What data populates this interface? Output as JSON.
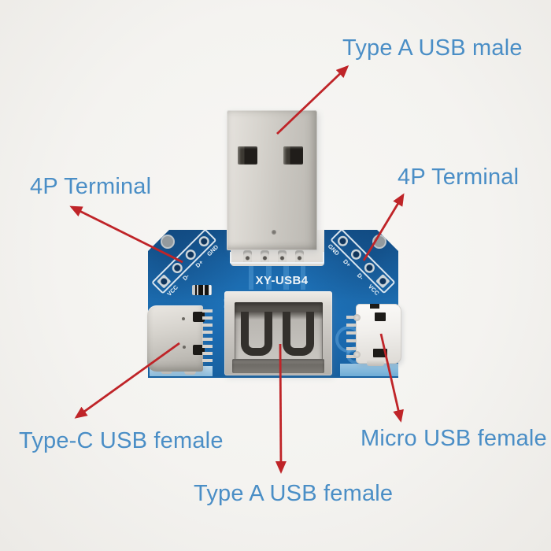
{
  "annotations": {
    "type_a_male": {
      "text": "Type A USB male"
    },
    "terminal_left": {
      "text": "4P Terminal"
    },
    "terminal_right": {
      "text": "4P Terminal"
    },
    "type_c_female": {
      "text": "Type-C USB female"
    },
    "micro_usb_female": {
      "text": "Micro USB female"
    },
    "type_a_female": {
      "text": "Type A USB female"
    }
  },
  "board": {
    "model": "XY-USB4",
    "left_header_pins": [
      "GND",
      "D+",
      "D-",
      "VCC"
    ],
    "right_header_pins": [
      "GND",
      "D+",
      "D-",
      "VCC"
    ]
  },
  "colors": {
    "label_text": "#4a8ec6",
    "arrow_red": "#bf2428",
    "pcb_blue": "#1a69ad",
    "silkscreen_white": "#edf3f8",
    "connector_silver": "#ccc9c3",
    "micro_usb_body": "#f4f2ef",
    "background": "#f4f3f0"
  }
}
